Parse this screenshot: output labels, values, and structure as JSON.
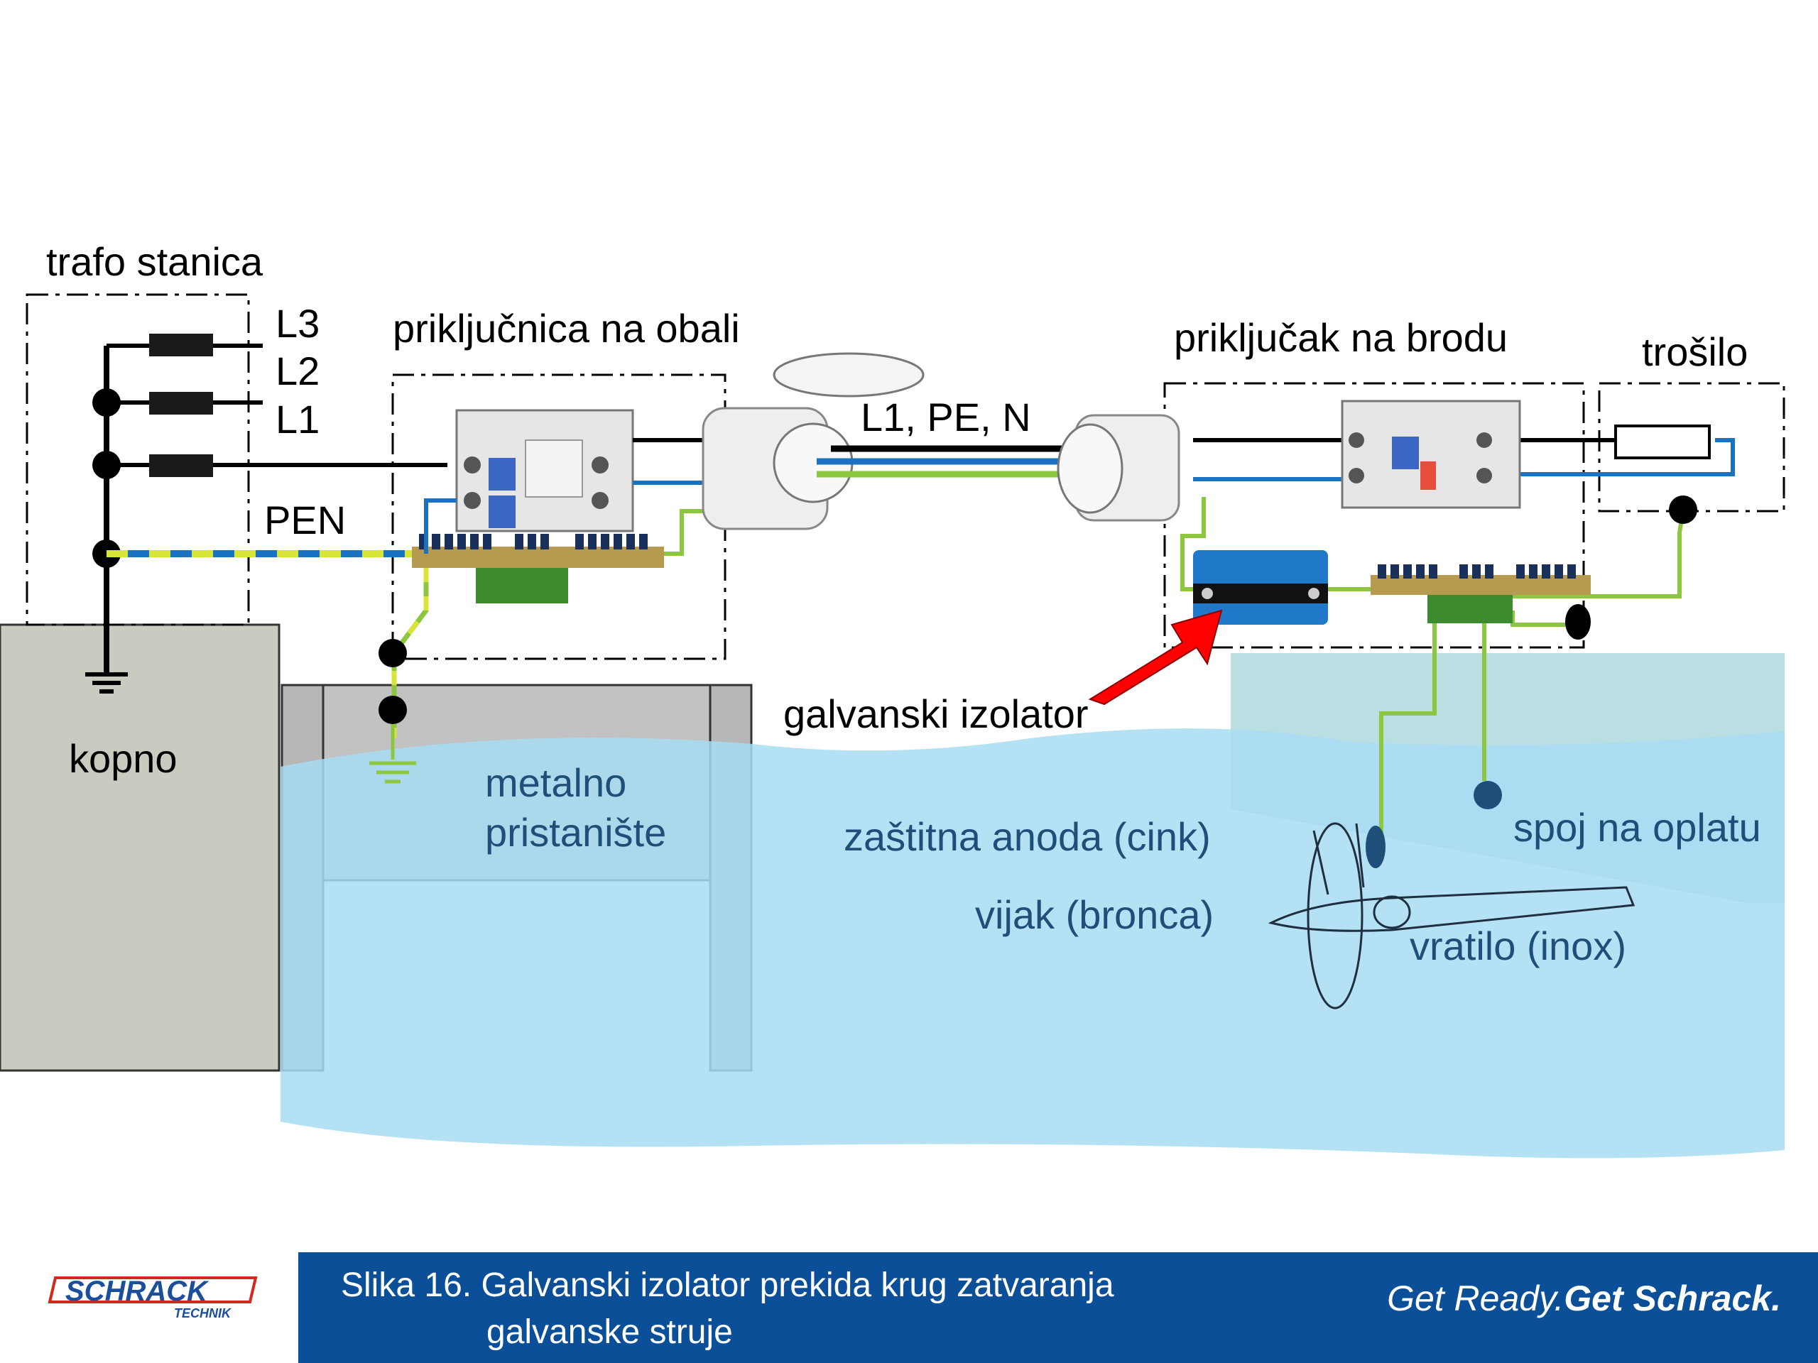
{
  "labels": {
    "trafo": "trafo stanica",
    "l3": "L3",
    "l2": "L2",
    "l1": "L1",
    "pen": "PEN",
    "shore_socket": "priključnica na obali",
    "cable": "L1, PE, N",
    "ship_inlet": "priključak na brodu",
    "load": "trošilo",
    "land": "kopno",
    "pier_line1": "metalno",
    "pier_line2": "pristanište",
    "isolator": "galvanski izolator",
    "anode": "zaštitna anoda (cink)",
    "propeller": "vijak (bronca)",
    "hull_bond": "spoj na oplatu",
    "shaft": "vratilo  (inox)"
  },
  "footer": {
    "caption_line1": "Slika 16. Galvanski izolator prekida krug zatvaranja",
    "caption_line2": "galvanske struje",
    "tagline_a": "Get Ready.",
    "tagline_b": "Get Schrack.",
    "logo_main": "SCHRACK",
    "logo_sub": "TECHNIK"
  },
  "colors": {
    "water": "#a8dcf3",
    "land": "#c8ccc0",
    "footer": "#0a4f97",
    "isolator_arrow": "#ff0000",
    "neutral_wire": "#1a72c2",
    "pe_wire": "#8dc63f"
  }
}
